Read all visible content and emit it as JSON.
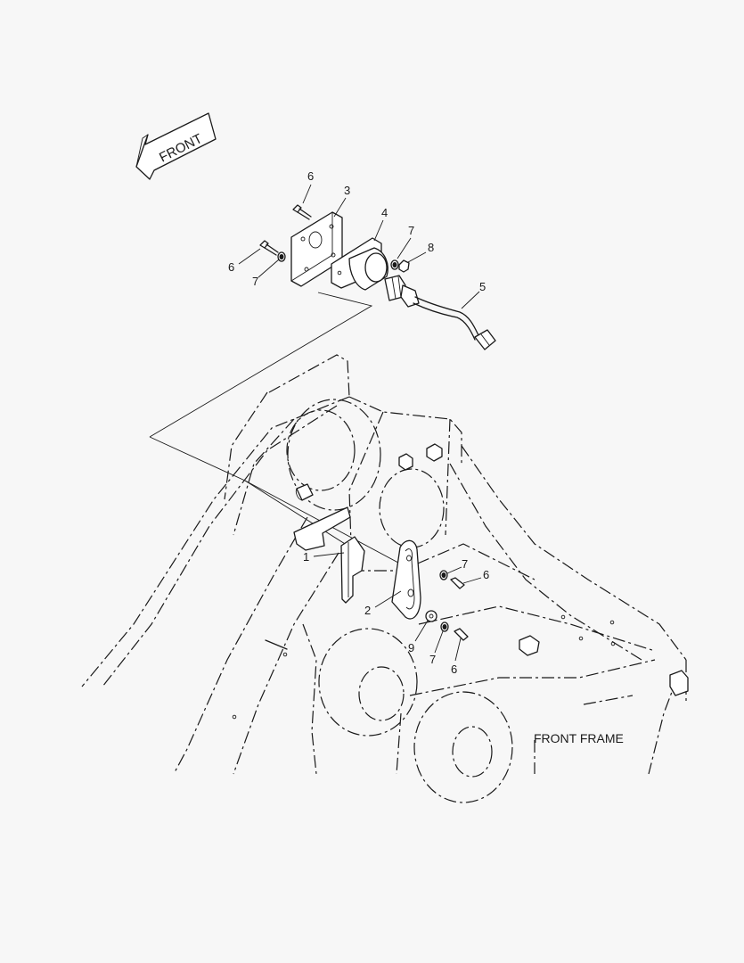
{
  "diagram": {
    "direction_label": "FRONT",
    "frame_label": "FRONT FRAME",
    "callouts": [
      {
        "id": "c6a",
        "text": "6"
      },
      {
        "id": "c3",
        "text": "3"
      },
      {
        "id": "c4",
        "text": "4"
      },
      {
        "id": "c7a",
        "text": "7"
      },
      {
        "id": "c8",
        "text": "8"
      },
      {
        "id": "c6b",
        "text": "6"
      },
      {
        "id": "c7b",
        "text": "7"
      },
      {
        "id": "c5",
        "text": "5"
      },
      {
        "id": "c1",
        "text": "1"
      },
      {
        "id": "c7c",
        "text": "7"
      },
      {
        "id": "c6c",
        "text": "6"
      },
      {
        "id": "c2",
        "text": "2"
      },
      {
        "id": "c9",
        "text": "9"
      },
      {
        "id": "c7d",
        "text": "7"
      },
      {
        "id": "c6d",
        "text": "6"
      }
    ]
  }
}
